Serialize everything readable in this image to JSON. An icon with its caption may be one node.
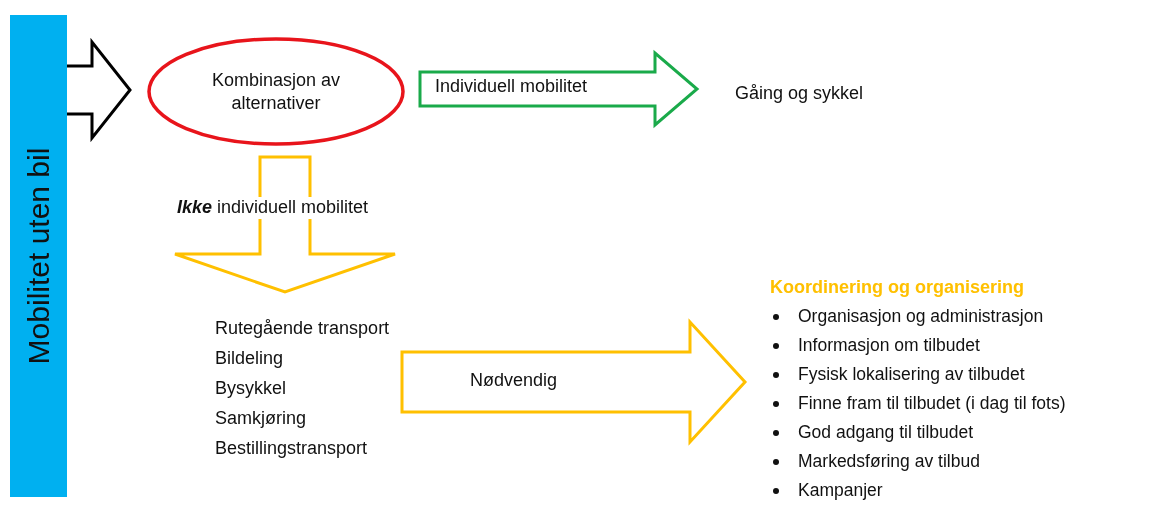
{
  "diagram": {
    "nodes": [
      {
        "text": [
          "Mobilitet uten bil"
        ]
      },
      {
        "text": [
          "Kombinasjon av alternativer"
        ]
      },
      {
        "text": [
          "Gåing og sykkel"
        ]
      },
      {
        "text": [
          "Rutegående transport",
          "Bildeling",
          "Bysykkel",
          "Samkjøring",
          "Bestillingstransport"
        ]
      },
      {
        "text": [
          "Koordinering og organisering",
          "Organisasjon og administrasjon",
          "Informasjon om tilbudet",
          "Fysisk lokalisering av tilbudet",
          "Finne fram til tilbudet (i dag til fots)",
          "God adgang til tilbudet",
          "Markedsføring av tilbud",
          "Kampanjer"
        ]
      }
    ],
    "edges": [
      {
        "from": 0,
        "to": 1,
        "arrow": "to",
        "color": "#000000"
      },
      {
        "from": 1,
        "to": 2,
        "arrow": "to",
        "label": "Individuell mobilitet",
        "color": "#1aaa4a"
      },
      {
        "from": 1,
        "to": 3,
        "arrow": "to",
        "label": "**Ikke** individuell mobilitet"
      },
      {
        "from": 3,
        "to": 4,
        "arrow": "to",
        "label": "Nødvendig"
      }
    ]
  }
}
